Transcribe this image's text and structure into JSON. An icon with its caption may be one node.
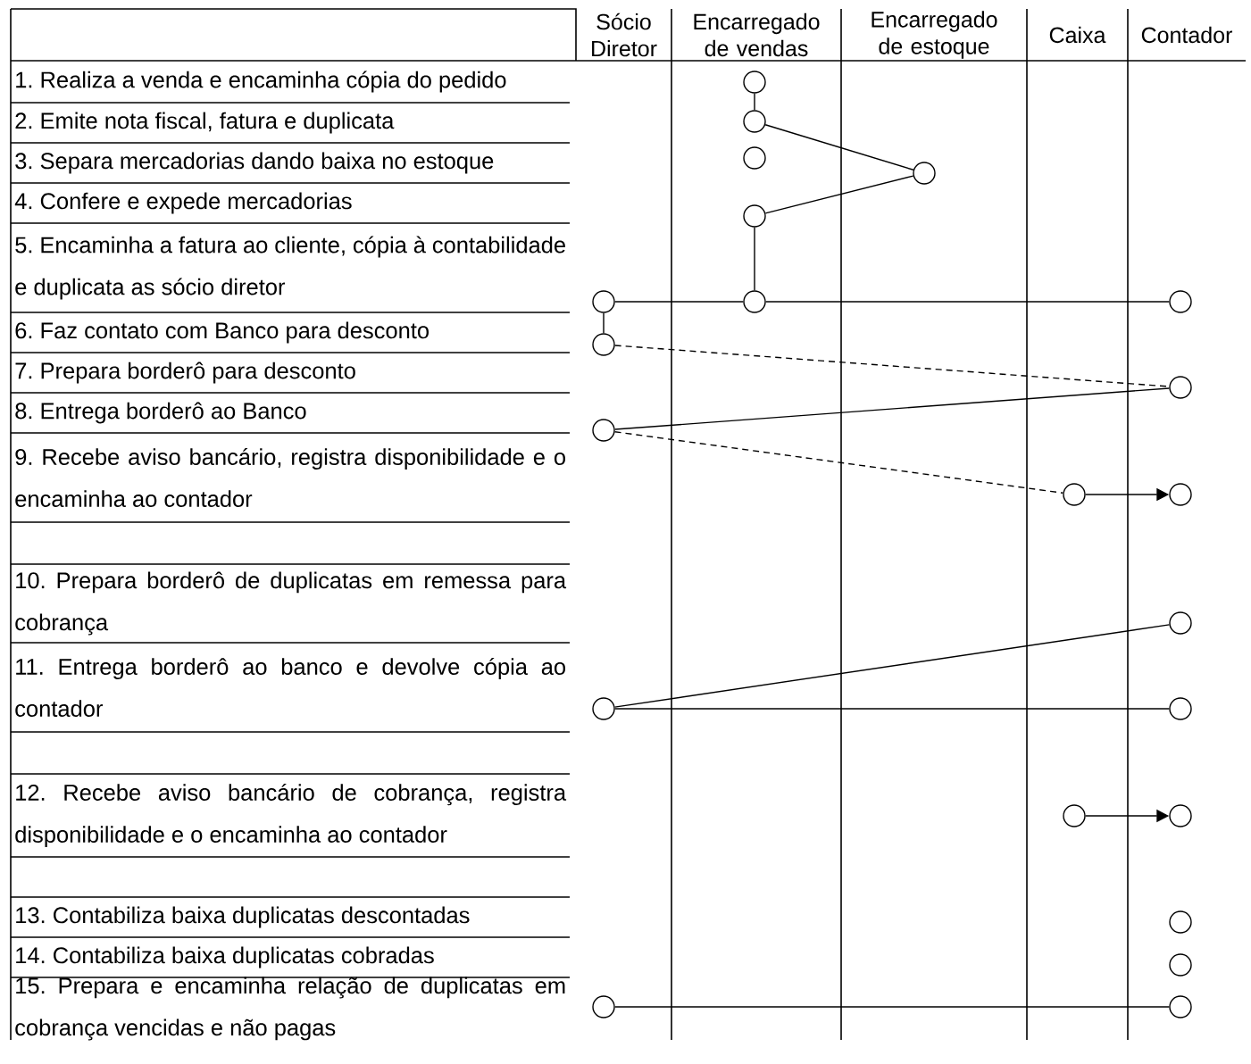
{
  "diagram": {
    "nodes": [
      {
        "text": [],
        "shape": "circle"
      },
      {
        "text": [],
        "shape": "circle"
      },
      {
        "text": [],
        "shape": "circle"
      },
      {
        "text": [],
        "shape": "circle"
      },
      {
        "text": [],
        "shape": "circle"
      },
      {
        "text": [],
        "shape": "circle"
      },
      {
        "text": [],
        "shape": "circle"
      },
      {
        "text": [],
        "shape": "circle"
      },
      {
        "text": [],
        "shape": "circle"
      },
      {
        "text": [],
        "shape": "circle"
      },
      {
        "text": [],
        "shape": "circle"
      },
      {
        "text": [],
        "shape": "circle"
      },
      {
        "text": [],
        "shape": "circle"
      },
      {
        "text": [],
        "shape": "circle"
      },
      {
        "text": [],
        "shape": "circle"
      },
      {
        "text": [],
        "shape": "circle"
      },
      {
        "text": [],
        "shape": "circle"
      },
      {
        "text": [],
        "shape": "circle"
      },
      {
        "text": [],
        "shape": "circle"
      },
      {
        "text": [],
        "shape": "circle"
      },
      {
        "text": [],
        "shape": "circle"
      },
      {
        "text": [],
        "shape": "circle"
      }
    ],
    "edges": [
      {
        "from": 0,
        "to": 1,
        "arrow": "none"
      },
      {
        "from": 1,
        "to": 3,
        "arrow": "none"
      },
      {
        "from": 3,
        "to": 4,
        "arrow": "none"
      },
      {
        "from": 4,
        "to": 6,
        "arrow": "none"
      },
      {
        "from": 6,
        "to": 5,
        "arrow": "none"
      },
      {
        "from": 6,
        "to": 7,
        "arrow": "none"
      },
      {
        "from": 5,
        "to": 8,
        "arrow": "none"
      },
      {
        "from": 8,
        "to": 9,
        "arrow": "none",
        "style": "dashed"
      },
      {
        "from": 9,
        "to": 10,
        "arrow": "none"
      },
      {
        "from": 10,
        "to": 11,
        "arrow": "none",
        "style": "dashed"
      },
      {
        "from": 11,
        "to": 12,
        "arrow": "to"
      },
      {
        "from": 13,
        "to": 14,
        "arrow": "none"
      },
      {
        "from": 14,
        "to": 15,
        "arrow": "none"
      },
      {
        "from": 16,
        "to": 17,
        "arrow": "to"
      },
      {
        "from": 20,
        "to": 21,
        "arrow": "none"
      }
    ],
    "labels": [
      "Sócio Diretor",
      "Encarregado de vendas",
      "Encarregado de estoque",
      "Caixa",
      "Contador",
      "1. Realiza a venda e encaminha cópia do pedido",
      "2. Emite nota fiscal, fatura e duplicata",
      "3. Separa mercadorias dando baixa no estoque",
      "4. Confere e expede mercadorias",
      "5. Encaminha a fatura ao cliente, cópia à contabilidade e duplicata as sócio diretor",
      "6. Faz contato com Banco para desconto",
      "7. Prepara borderô para desconto",
      "8. Entrega borderô ao Banco",
      "9. Recebe aviso bancário, registra disponibilidade e o encaminha ao contador",
      "10. Prepara borderô de duplicatas em remessa para cobrança",
      "11. Entrega borderô ao banco e devolve cópia ao contador",
      "12. Recebe aviso bancário de cobrança, registra disponibilidade e o encaminha ao contador",
      "13. Contabiliza baixa duplicatas descontadas",
      "14. Contabiliza baixa duplicatas cobradas",
      "15. Prepara e encaminha relação de duplicatas em cobrança vencidas e não pagas"
    ]
  }
}
